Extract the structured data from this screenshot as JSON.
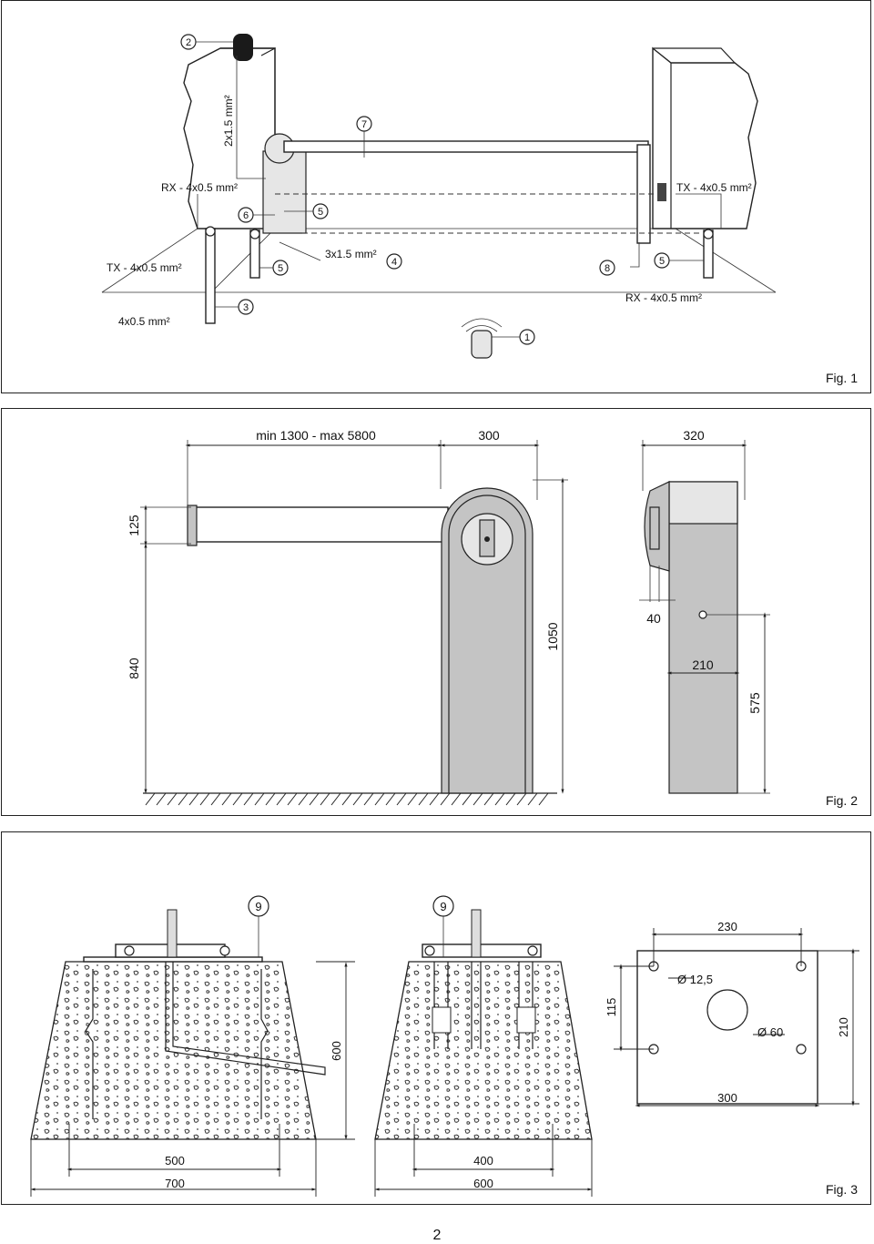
{
  "fig1": {
    "label": "Fig. 1",
    "cable_rx_top": "2x1.5 mm²",
    "rx_left": "RX - 4x0.5 mm²",
    "tx_right": "TX - 4x0.5 mm²",
    "tx_left": "TX - 4x0.5 mm²",
    "power": "3x1.5 mm²",
    "rx_right": "RX - 4x0.5 mm²",
    "bottom_left": "4x0.5 mm²",
    "callouts": [
      "1",
      "2",
      "3",
      "4",
      "5",
      "5",
      "5",
      "6",
      "7",
      "8"
    ]
  },
  "fig2": {
    "label": "Fig. 2",
    "dim_boom": "min 1300 - max 5800",
    "dim_300": "300",
    "dim_320": "320",
    "dim_125": "125",
    "dim_840": "840",
    "dim_1050": "1050",
    "dim_40": "40",
    "dim_210": "210",
    "dim_575": "575"
  },
  "fig3": {
    "label": "Fig. 3",
    "callout_9a": "9",
    "callout_9b": "9",
    "dim_600h": "600",
    "dim_500": "500",
    "dim_700": "700",
    "dim_400": "400",
    "dim_600w": "600",
    "dim_230": "230",
    "dim_12_5": "Ø 12,5",
    "dim_115": "115",
    "dim_60": "Ø 60",
    "dim_210": "210",
    "dim_300": "300"
  },
  "page_number": "2"
}
